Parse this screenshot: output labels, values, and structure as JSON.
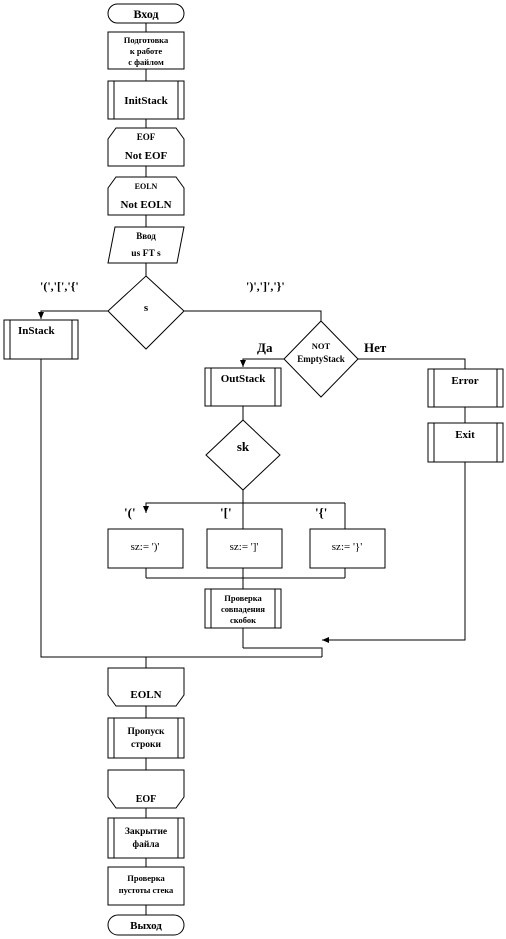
{
  "flowchart": {
    "start": "Вход",
    "prep": [
      "Подготовка",
      "к работе",
      "с файлом"
    ],
    "init_stack": "InitStack",
    "eof_loop": [
      "EOF",
      "Not EOF"
    ],
    "eoln_loop": [
      "EOLN",
      "Not EOLN"
    ],
    "input": [
      "Ввод",
      "us FT  s"
    ],
    "decision_s": "s",
    "branch_open": "'(','[','{'",
    "branch_close": "')',']','}'",
    "in_stack": "InStack",
    "decision_not_empty": [
      "NOT",
      "EmptyStack"
    ],
    "yes": "Да",
    "no": "Нет",
    "out_stack": "OutStack",
    "error": "Error",
    "exit": "Exit",
    "decision_sk": "sk",
    "case_round": "'('",
    "case_square": "'['",
    "case_curly": "'{'",
    "assign_round": "sz:=  ')'",
    "assign_square": "sz:=  ']'",
    "assign_curly": "sz:=  '}'",
    "check_match": [
      "Проверка",
      "совпадения",
      "скобок"
    ],
    "eoln_end": "EOLN",
    "skip_line": [
      "Пропуск",
      "строки"
    ],
    "eof_end": "EOF",
    "close_file": [
      "Закрытие",
      "файла"
    ],
    "check_empty": [
      "Проверка",
      "пустоты стека"
    ],
    "finish": "Выход"
  }
}
